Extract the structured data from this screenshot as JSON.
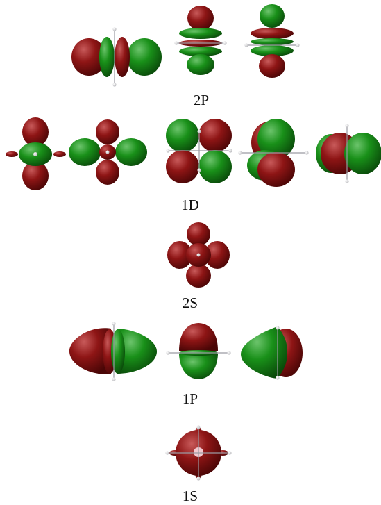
{
  "colors": {
    "red": "#8e1515",
    "red_dark": "#4a0606",
    "red_light": "#c85a5a",
    "green": "#199019",
    "green_dark": "#0a4a0a",
    "green_light": "#6cc46c",
    "atom": "#e8e8ea",
    "node": "#f3c8cf"
  },
  "levels": [
    {
      "id": "2P",
      "label": "2P"
    },
    {
      "id": "1D",
      "label": "1D"
    },
    {
      "id": "2S",
      "label": "2S"
    },
    {
      "id": "1P",
      "label": "1P"
    },
    {
      "id": "1S",
      "label": "1S"
    }
  ]
}
